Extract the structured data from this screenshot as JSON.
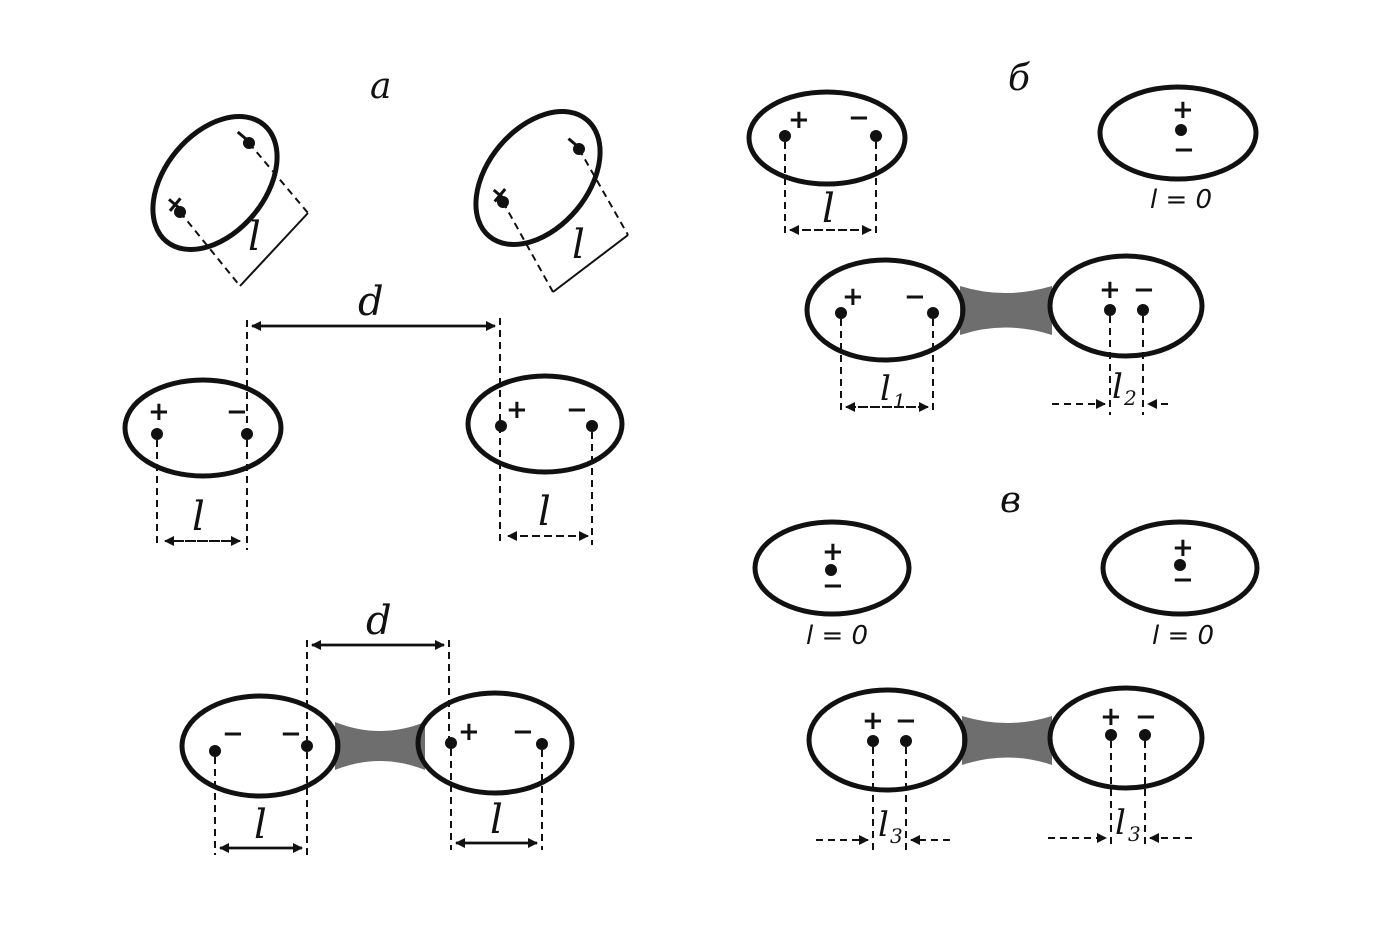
{
  "sections": {
    "a": "a",
    "b": "б",
    "c": "в"
  },
  "symbols": {
    "plus": "+",
    "minus": "−",
    "l": "l",
    "d": "d",
    "sub1": "1",
    "sub2": "2",
    "sub3": "3",
    "l_zero": "l = 0"
  }
}
